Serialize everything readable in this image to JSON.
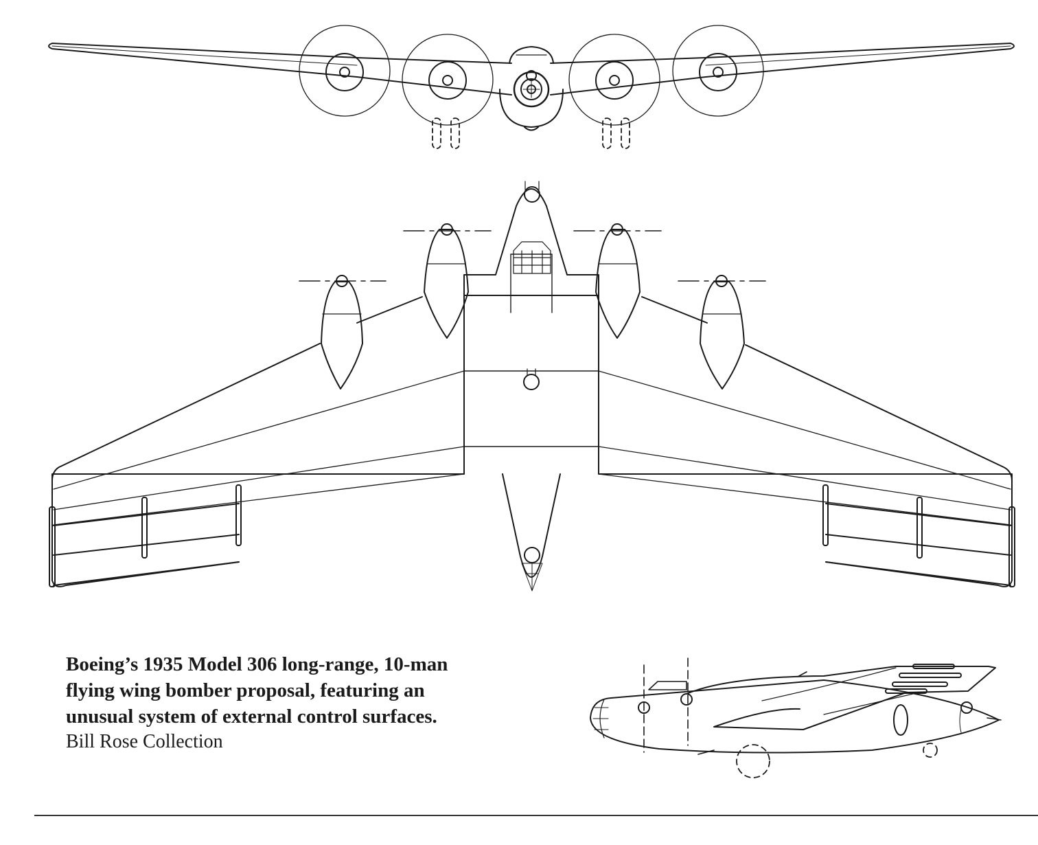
{
  "caption": {
    "lines": [
      "Boeing’s 1935 Model 306 long-range, 10-man",
      "flying wing bomber proposal, featuring an",
      "unusual system of external control surfaces."
    ],
    "credit": "Bill Rose Collection"
  },
  "views": [
    "front-view",
    "plan-view",
    "side-view"
  ],
  "colors": {
    "line": "#1a1a1a",
    "background": "#ffffff"
  }
}
